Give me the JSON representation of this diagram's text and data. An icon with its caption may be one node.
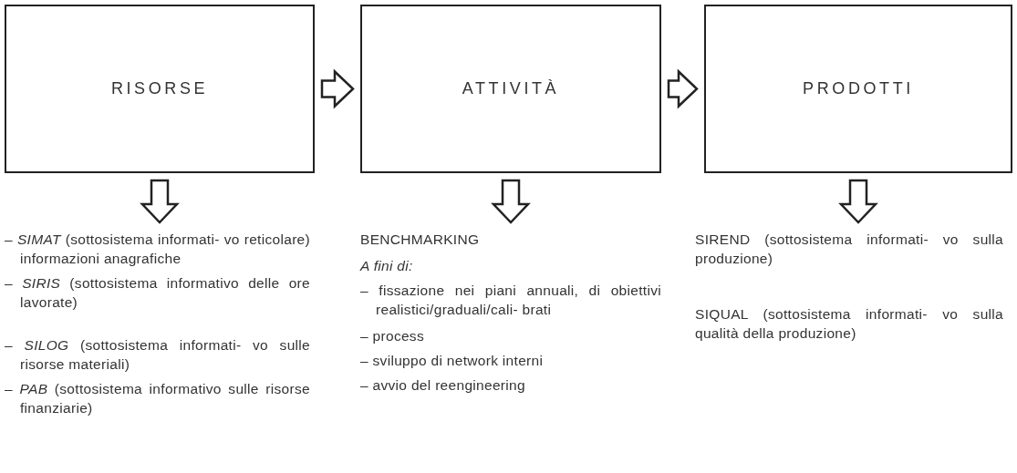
{
  "diagram": {
    "nodes": [
      {
        "text": [
          "RISORSE"
        ]
      },
      {
        "text": [
          "ATTIVITÀ"
        ]
      },
      {
        "text": [
          "PRODOTTI"
        ]
      },
      {
        "text": [
          "– *SIMAT* (sottosistema informati- vo reticolare) informazioni anagrafiche",
          "– *SIRIS* (sottosistema informativo delle ore lavorate)",
          "– *SILOG* (sottosistema informati- vo sulle risorse materiali)",
          "– *PAB* (sottosistema informativo sulle risorse finanziarie)"
        ]
      },
      {
        "text": [
          "BENCHMARKING",
          "A fini di:",
          "– fissazione nei piani annuali, di obiettivi realistici/graduali/cali- brati",
          "– process",
          "– sviluppo di network interni",
          "– avvio del reengineering"
        ]
      },
      {
        "text": [
          "SIREND (sottosistema informati- vo sulla produzione)",
          "SIQUAL (sottosistema informati- vo sulla qualità della produzione)"
        ]
      }
    ],
    "edges": [
      {
        "from": 0,
        "to": 1,
        "arrow": "to"
      },
      {
        "from": 1,
        "to": 2,
        "arrow": "to"
      },
      {
        "from": 0,
        "to": 3,
        "arrow": "to"
      },
      {
        "from": 1,
        "to": 4,
        "arrow": "to"
      },
      {
        "from": 2,
        "to": 5,
        "arrow": "to"
      }
    ]
  }
}
